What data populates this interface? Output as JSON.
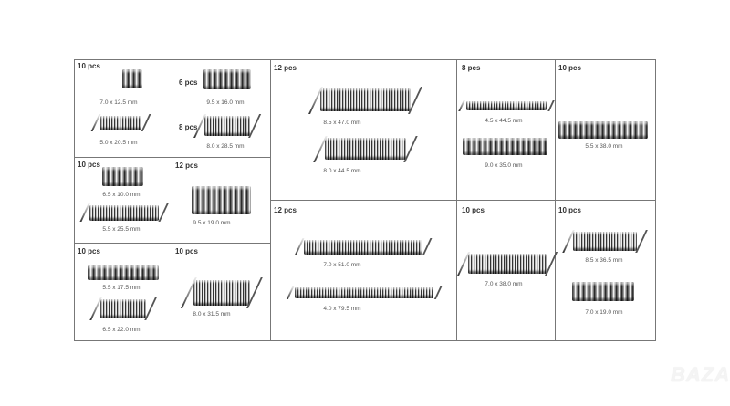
{
  "cells": [
    {
      "items": [
        {
          "qty": "10 pcs",
          "size": "7.0 x 12.5 mm"
        },
        {
          "size": "5.0 x 20.5 mm"
        }
      ]
    },
    {
      "items": [
        {
          "qty": "6 pcs",
          "size": "9.5 x 16.0 mm"
        },
        {
          "qty": "8 pcs",
          "size": "8.0 x 28.5 mm"
        }
      ]
    },
    {
      "items": [
        {
          "qty": "10 pcs",
          "size": "6.5 x 10.0 mm"
        },
        {
          "size": "5.5 x 25.5 mm"
        }
      ]
    },
    {
      "items": [
        {
          "qty": "12 pcs",
          "size": "9.5 x 19.0 mm"
        }
      ]
    },
    {
      "items": [
        {
          "qty": "10 pcs",
          "size": "5.5 x 17.5 mm"
        },
        {
          "size": "6.5 x 22.0 mm"
        }
      ]
    },
    {
      "items": [
        {
          "qty": "10 pcs",
          "size": "8.0 x 31.5 mm"
        }
      ]
    },
    {
      "items": [
        {
          "qty": "12 pcs",
          "size": "8.5 x 47.0 mm"
        },
        {
          "size": "8.0 x 44.5 mm"
        }
      ]
    },
    {
      "items": [
        {
          "qty": "8 pcs",
          "size": "4.5 x 44.5 mm"
        },
        {
          "size": "9.0 x 35.0 mm"
        }
      ]
    },
    {
      "items": [
        {
          "qty": "10 pcs",
          "size": "5.5 x 38.0 mm"
        }
      ]
    },
    {
      "items": [
        {
          "qty": "12 pcs",
          "size": "7.0 x 51.0 mm"
        },
        {
          "size": "4.0 x 79.5 mm"
        }
      ]
    },
    {
      "items": [
        {
          "qty": "10 pcs",
          "size": "7.0 x 38.0 mm"
        }
      ]
    },
    {
      "items": [
        {
          "qty": "10 pcs",
          "size": "8.5 x 36.5 mm"
        },
        {
          "size": "7.0 x 19.0 mm"
        }
      ]
    }
  ],
  "logo": "BAZAR"
}
